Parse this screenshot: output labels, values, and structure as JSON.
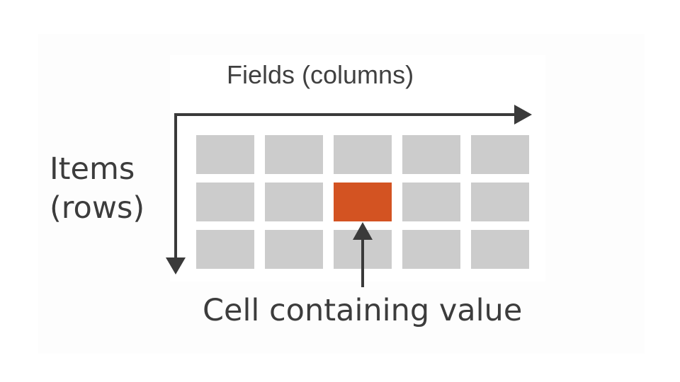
{
  "labels": {
    "columns": "Fields (columns)",
    "rows": "Items\n(rows)",
    "cell": "Cell containing value"
  },
  "grid": {
    "rows": 3,
    "columns": 5,
    "highlighted_cell": {
      "row": 2,
      "column": 3
    }
  },
  "colors": {
    "cell": "#cccccc",
    "highlight": "#d35322",
    "arrow": "#3a3a3a",
    "text": "#3c3c3c"
  }
}
